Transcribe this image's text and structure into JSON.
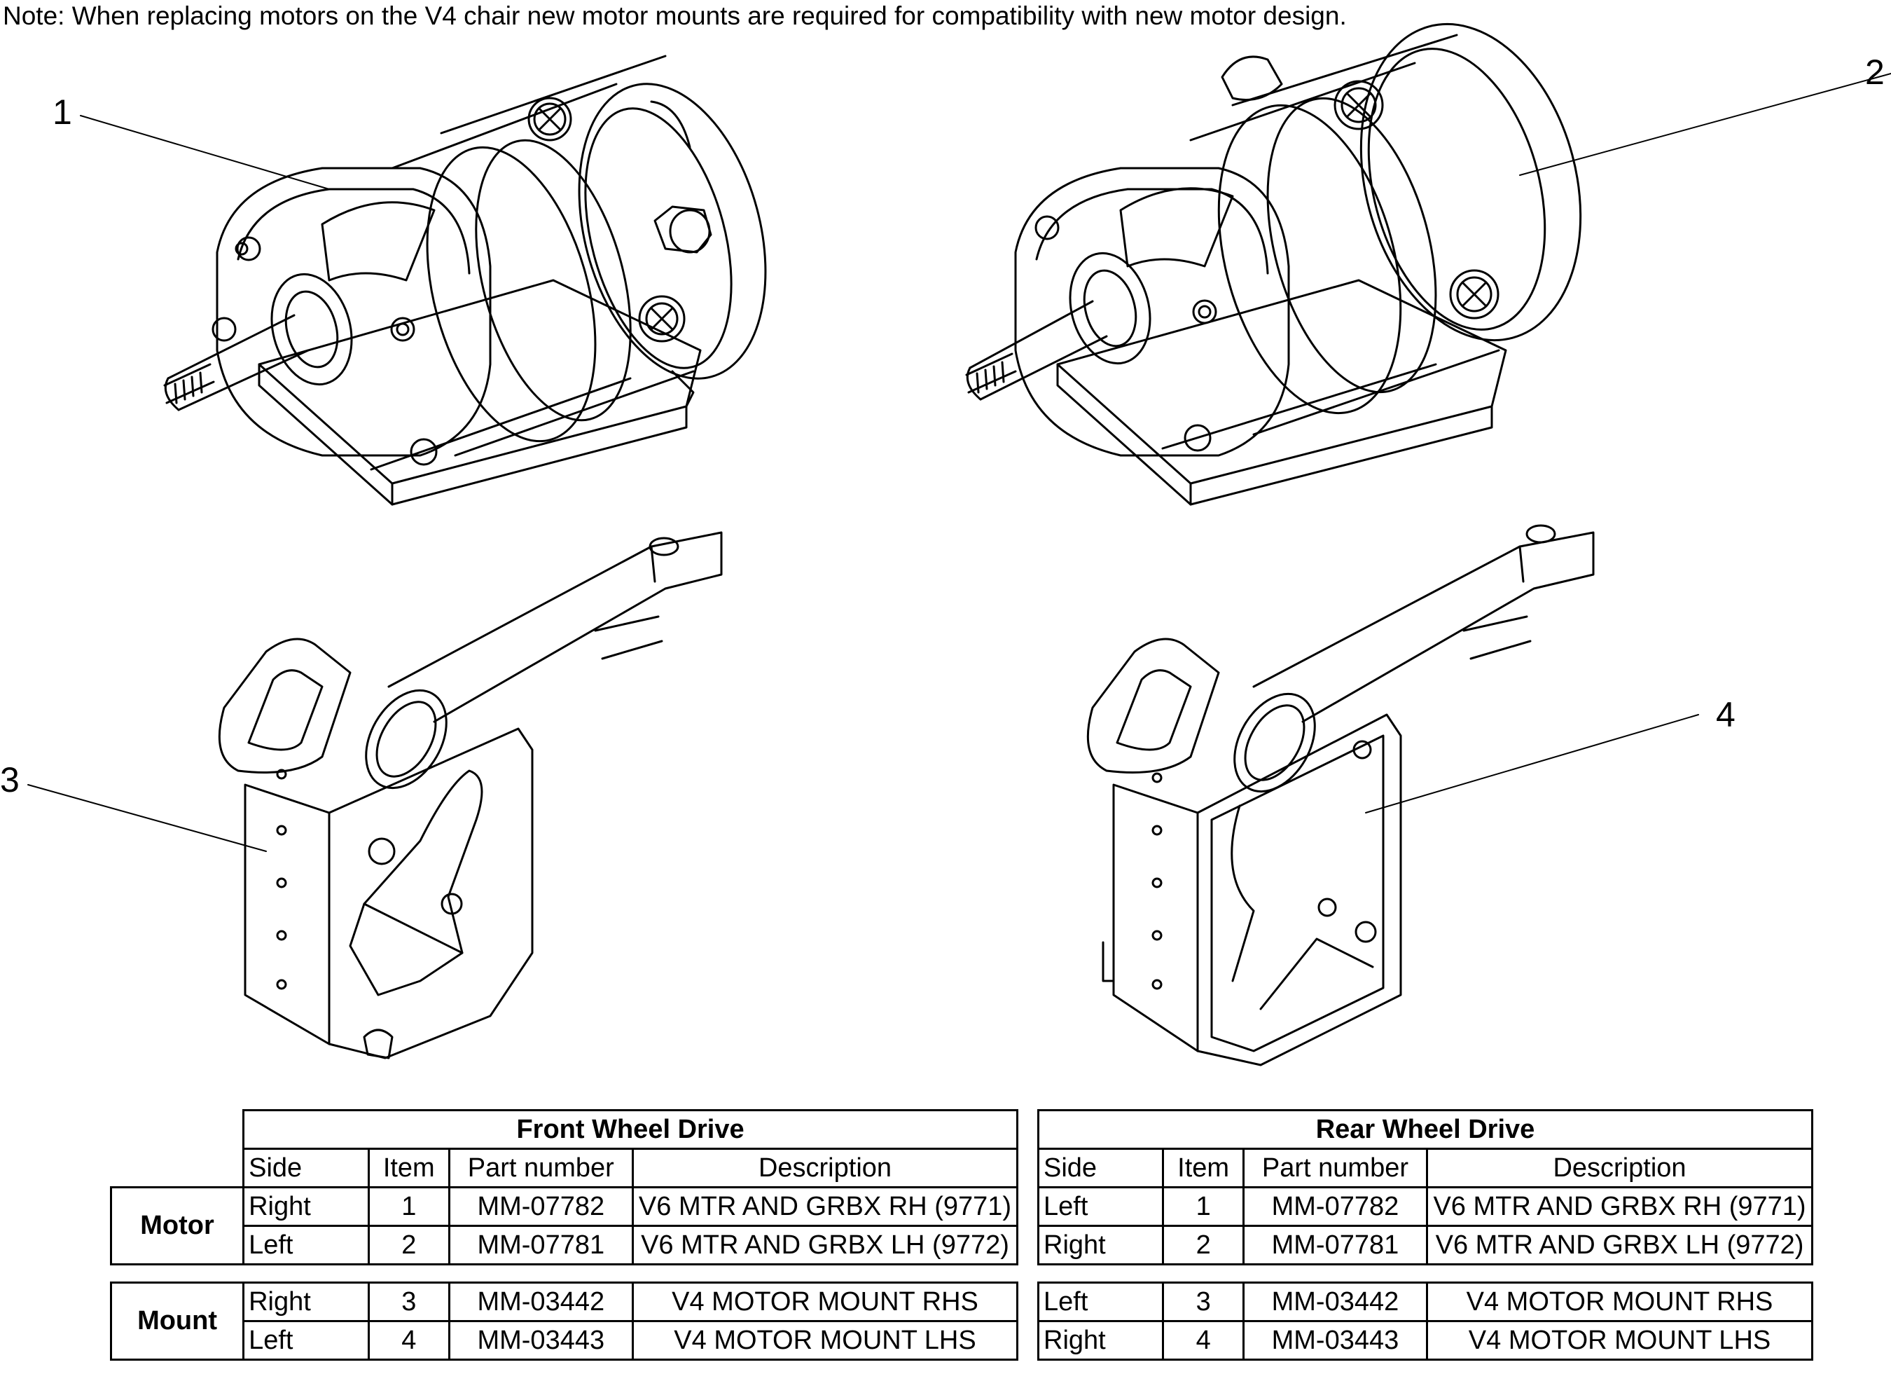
{
  "note": "Note: When replacing motors on the V4 chair new motor mounts are required for compatibility with new motor design.",
  "callouts": [
    "1",
    "2",
    "3",
    "4"
  ],
  "columns": {
    "side": "Side",
    "item": "Item",
    "part": "Part number",
    "desc": "Description"
  },
  "groups": {
    "motor": "Motor",
    "mount": "Mount"
  },
  "front": {
    "title": "Front Wheel Drive",
    "motor": [
      {
        "side": "Right",
        "item": "1",
        "part": "MM-07782",
        "desc": "V6 MTR AND GRBX RH (9771)"
      },
      {
        "side": "Left",
        "item": "2",
        "part": "MM-07781",
        "desc": "V6 MTR AND GRBX LH (9772)"
      }
    ],
    "mount": [
      {
        "side": "Right",
        "item": "3",
        "part": "MM-03442",
        "desc": "V4 MOTOR MOUNT RHS"
      },
      {
        "side": "Left",
        "item": "4",
        "part": "MM-03443",
        "desc": "V4 MOTOR MOUNT LHS"
      }
    ]
  },
  "rear": {
    "title": "Rear Wheel Drive",
    "motor": [
      {
        "side": "Left",
        "item": "1",
        "part": "MM-07782",
        "desc": "V6 MTR AND GRBX RH (9771)"
      },
      {
        "side": "Right",
        "item": "2",
        "part": "MM-07781",
        "desc": "V6 MTR AND GRBX LH (9772)"
      }
    ],
    "mount": [
      {
        "side": "Left",
        "item": "3",
        "part": "MM-03442",
        "desc": "V4 MOTOR MOUNT RHS"
      },
      {
        "side": "Right",
        "item": "4",
        "part": "MM-03443",
        "desc": "V4 MOTOR MOUNT LHS"
      }
    ]
  }
}
